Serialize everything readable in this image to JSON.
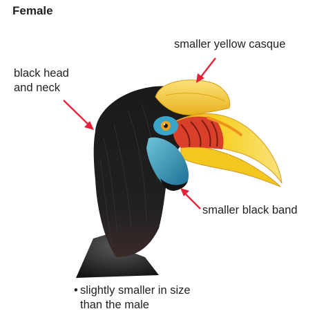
{
  "title": "Female",
  "labels": {
    "casque": "smaller yellow casque",
    "head_line1": "black head",
    "head_line2": "and neck",
    "band": "smaller black band"
  },
  "note": {
    "bullet": "•",
    "line1": "slightly smaller in size",
    "line2": "than the male"
  },
  "colors": {
    "arrow": "#e8213a",
    "casque": "#f5cc3a",
    "plumage": "#1c1c1c",
    "bill": "#f6d021",
    "throat": "#2e8fb5"
  }
}
